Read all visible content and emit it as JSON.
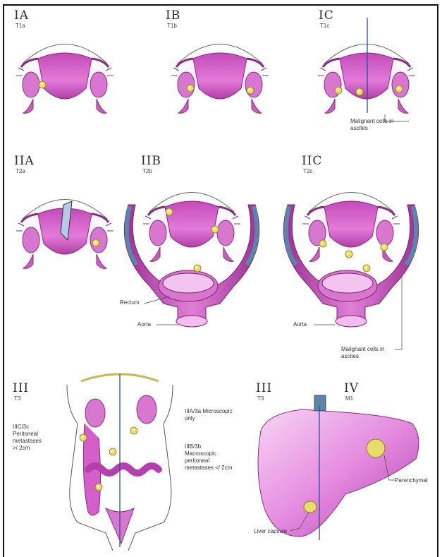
{
  "panels": {
    "p1a": {
      "stage": "IA",
      "tnm": "T1a"
    },
    "p1b": {
      "stage": "IB",
      "tnm": "T1b"
    },
    "p1c": {
      "stage": "IC",
      "tnm": "T1c",
      "callout": "Malignant cells in ascites"
    },
    "p2a": {
      "stage": "IIA",
      "tnm": "T2a"
    },
    "p2b": {
      "stage": "IIB",
      "tnm": "T2b",
      "rectum_label": "Rectum",
      "aorta_label": "Aorta"
    },
    "p2c": {
      "stage": "IIC",
      "tnm": "T2c",
      "aorta_label": "Aorta",
      "callout": "Malignant cells in ascites"
    },
    "p3": {
      "stage": "III",
      "tnm": "T3",
      "iiic_text": "IIIC/3c Peritoneal metastases >/ 2cm",
      "iiia_text": "IIIA/3a Microscopic only",
      "iiib_text": "IIIB/3b Macroscopic peritoneal metastases </ 2cm"
    },
    "p3b": {
      "stage": "III",
      "tnm": "T3",
      "capsule_label": "Liver capsule"
    },
    "p4": {
      "stage": "IV",
      "tnm": "M1",
      "parenchymal_label": "Parenchymal"
    }
  },
  "colors": {
    "uterus": "#d45fc8",
    "blush": "#f5bdf0",
    "tumor": "#e8dc6a",
    "vessel": "#b0349a",
    "vessel_dark": "#5b86a8",
    "line": "#2b4fa0"
  }
}
